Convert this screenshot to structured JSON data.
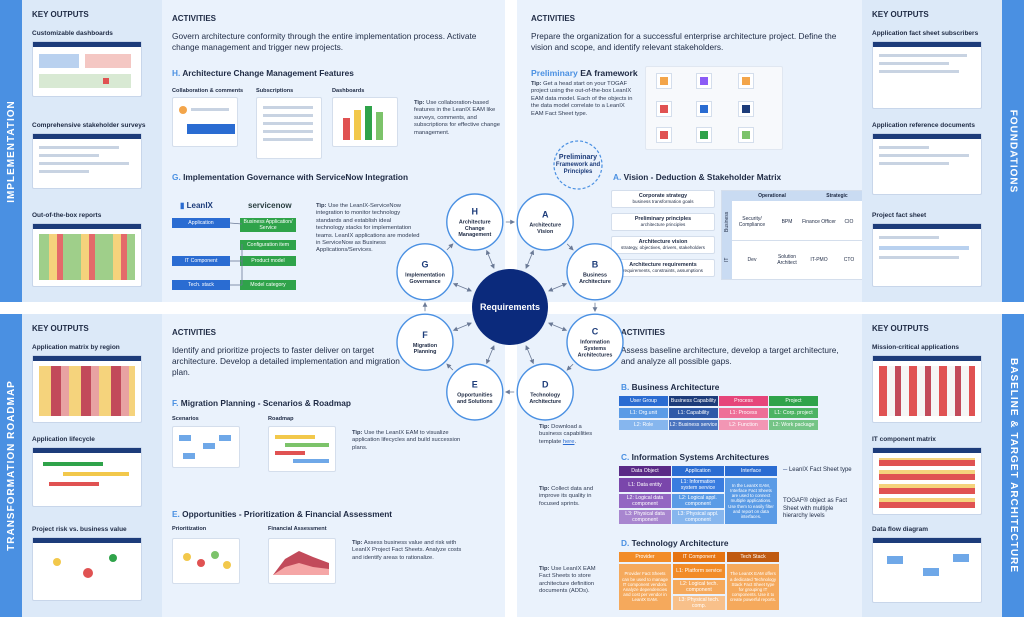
{
  "bands": {
    "implementation": "IMPLEMENTATION",
    "foundations": "FOUNDATIONS",
    "transformation": "TRANSFORMATION ROADMAP",
    "baseline": "BASELINE & TARGET ARCHITECTURE"
  },
  "common": {
    "key_outputs": "KEY OUTPUTS",
    "activities": "ACTIVITIES"
  },
  "impl": {
    "outputs": [
      "Customizable dashboards",
      "Comprehensive stakeholder surveys",
      "Out-of-the-box reports"
    ],
    "text": "Govern architecture conformity through the entire implementation process. Activate change management and trigger new projects.",
    "h_letter": "H.",
    "h_title": "Architecture Change Management Features",
    "h_labels": [
      "Collaboration & comments",
      "Subscriptions",
      "Dashboards"
    ],
    "h_tip": "Use collaboration-based features in the LeanIX EAM like surveys, comments, and subscriptions for effective change management.",
    "g_letter": "G.",
    "g_title": "Implementation Governance with ServiceNow Integration",
    "g_logos": [
      "LeanIX",
      "servicenow"
    ],
    "g_left": [
      "Application",
      "IT Component",
      "Tech. stack"
    ],
    "g_right": [
      "Business Application/ Service",
      "Configuration item",
      "Product model",
      "Model category"
    ],
    "g_tip": "Use the LeanIX-ServiceNow integration to monitor technology standards and establish ideal technology stacks for implementation teams. LeanIX applications are modeled in ServiceNow as Business Applications/Services."
  },
  "found": {
    "outputs": [
      "Application fact sheet subscribers",
      "Application reference documents",
      "Project fact sheet"
    ],
    "text": "Prepare the organization for a successful enterprise architecture project. Define the vision and scope, and identify relevant stakeholders.",
    "pre_title_a": "Preliminary",
    "pre_title_b": "EA framework",
    "pre_tip": "Get a head start on your TOGAF project using the out-of-the-box LeanIX EAM data model. Each of the objects in the data model correlate to a LeanIX EAM Fact Sheet type.",
    "a_letter": "A.",
    "a_title": "Vision - Deduction & Stakeholder Matrix",
    "a_rows": [
      {
        "title": "Corporate strategy",
        "sub": "business transformation goals"
      },
      {
        "title": "Preliminary principles",
        "sub": "architecture principles"
      },
      {
        "title": "Architecture vision",
        "sub": "strategy, objectives, drivers, stakeholders"
      },
      {
        "title": "Architecture requirements",
        "sub": "requirements, constraints, assumptions"
      }
    ],
    "a_head": [
      "Operational",
      "Strategic"
    ],
    "a_side": [
      "Business",
      "IT"
    ],
    "a_cells": [
      "Security/ Compliance",
      "BPM",
      "Finance Officer",
      "CIO",
      "Dev",
      "Solution Architect",
      "IT-PMO",
      "CTO"
    ]
  },
  "trans": {
    "outputs": [
      "Application matrix by region",
      "Application lifecycle",
      "Project risk vs. business value"
    ],
    "text": "Identify and prioritize projects to faster deliver on target architecture. Develop a detailed implementation and migration plan.",
    "f_letter": "F.",
    "f_title": "Migration Planning - Scenarios & Roadmap",
    "f_labels": [
      "Scenarios",
      "Roadmap"
    ],
    "f_tip": "Use the LeanIX EAM to visualize application lifecycles and build succession plans.",
    "e_letter": "E.",
    "e_title": "Opportunities - Prioritization & Financial Assessment",
    "e_labels": [
      "Prioritization",
      "Financial Assessment"
    ],
    "e_tip": "Assess business value and risk with LeanIX Project Fact Sheets. Analyze costs and identify areas to rationalize."
  },
  "base": {
    "outputs": [
      "Mission-critical applications",
      "IT component matrix",
      "Data flow diagram"
    ],
    "text": "Assess baseline architecture, develop a target architecture, and analyze all possible gaps.",
    "b_letter": "B.",
    "b_title": "Business Architecture",
    "b_head": [
      "User Group",
      "Business Capability",
      "Process",
      "Project"
    ],
    "b_r1": [
      "L1: Org.unit",
      "L1: Capability",
      "L1: Process",
      "L1: Corp. project"
    ],
    "b_r2": [
      "L2: Role",
      "L2: Business service",
      "L2: Function",
      "L2: Work package"
    ],
    "b_tip_a": "Download a business capabilities template",
    "b_tip_link": "here",
    "c_letter": "C.",
    "c_title": "Information Systems Architectures",
    "c_head": [
      "Data Object",
      "Application",
      "Interface"
    ],
    "c_left": [
      "L1: Data entity",
      "L2: Logical data component",
      "L3: Physical data component"
    ],
    "c_mid": [
      "L1: Information system service",
      "L2: Logical appl. component",
      "L3: Physical appl. component"
    ],
    "c_note": "In the LeanIX EAM, Interface Fact Sheets are used to connect multiple applications. Use them to easily filter and report on data interfaces.",
    "c_tip": "Collect data and improve its quality in focused sprints.",
    "legend_1": "LeanIX Fact Sheet type",
    "legend_2": "TOGAF® object as Fact Sheet with multiple hierarchy levels",
    "d_letter": "D.",
    "d_title": "Technology Architecture",
    "d_head": [
      "Provider",
      "IT Component",
      "Tech Stack"
    ],
    "d_left": "Provider Fact Sheets can be used to manage IT component vendors. Analyze dependencies and cost per vendor in LeanIX EAM.",
    "d_mid": [
      "L1: Platform service",
      "L2: Logical tech. component",
      "L3: Physical tech. comp."
    ],
    "d_right": "The LeanIX EAM offers a dedicated Technology Stack Fact Sheet type for grouping IT components. Use it to create powerful reports.",
    "d_tip": "Use LeanIX EAM Fact Sheets to store architecture definition documents (ADDs)."
  },
  "cycle": {
    "center": "Requirements",
    "preliminary": "Preliminary Framework and Principles",
    "nodes": [
      {
        "id": "H",
        "label": "Architecture Change Management"
      },
      {
        "id": "A",
        "label": "Architecture Vision"
      },
      {
        "id": "B",
        "label": "Business Architecture"
      },
      {
        "id": "C",
        "label": "Information Systems Architectures"
      },
      {
        "id": "D",
        "label": "Technology Architecture"
      },
      {
        "id": "E",
        "label": "Opportunities and Solutions"
      },
      {
        "id": "F",
        "label": "Migration Planning"
      },
      {
        "id": "G",
        "label": "Implementation Governance"
      }
    ]
  },
  "colors": {
    "brand": "#0b2a7c",
    "accent": "#4a90e2",
    "panel": "#eaf2fc",
    "green": "#2fa34a",
    "purple": "#6a3ea1",
    "orange": "#f28c28"
  }
}
